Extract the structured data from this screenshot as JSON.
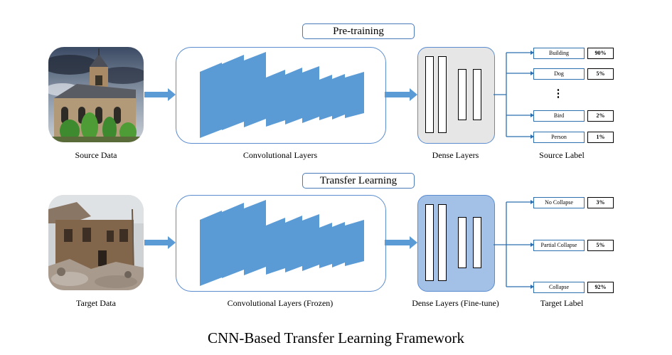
{
  "sections": [
    {
      "header": "Pre-training",
      "captions": {
        "data": "Source Data",
        "conv": "Convolutional Layers",
        "dense": "Dense Layers",
        "label": "Source Label"
      },
      "labels": [
        {
          "name": "Building",
          "pct": "90%"
        },
        {
          "name": "Dog",
          "pct": "5%"
        },
        {
          "name": "Bird",
          "pct": "2%"
        },
        {
          "name": "Person",
          "pct": "1%"
        }
      ],
      "ellipsis": "⋮"
    },
    {
      "header": "Transfer Learning",
      "captions": {
        "data": "Target Data",
        "conv": "Convolutional Layers (Frozen)",
        "dense": "Dense Layers (Fine-tune)",
        "label": "Target Label"
      },
      "labels": [
        {
          "name": "No Collapse",
          "pct": "3%"
        },
        {
          "name": "Partial Collapse",
          "pct": "5%"
        },
        {
          "name": "Collapse",
          "pct": "92%"
        }
      ]
    }
  ],
  "title": "CNN-Based Transfer Learning Framework",
  "colors": {
    "layer_blue": "#5b9bd5",
    "border_blue": "#5a8ccf",
    "dense_gray": "#e6e6e6",
    "dense_blue": "#a3c1e6"
  }
}
